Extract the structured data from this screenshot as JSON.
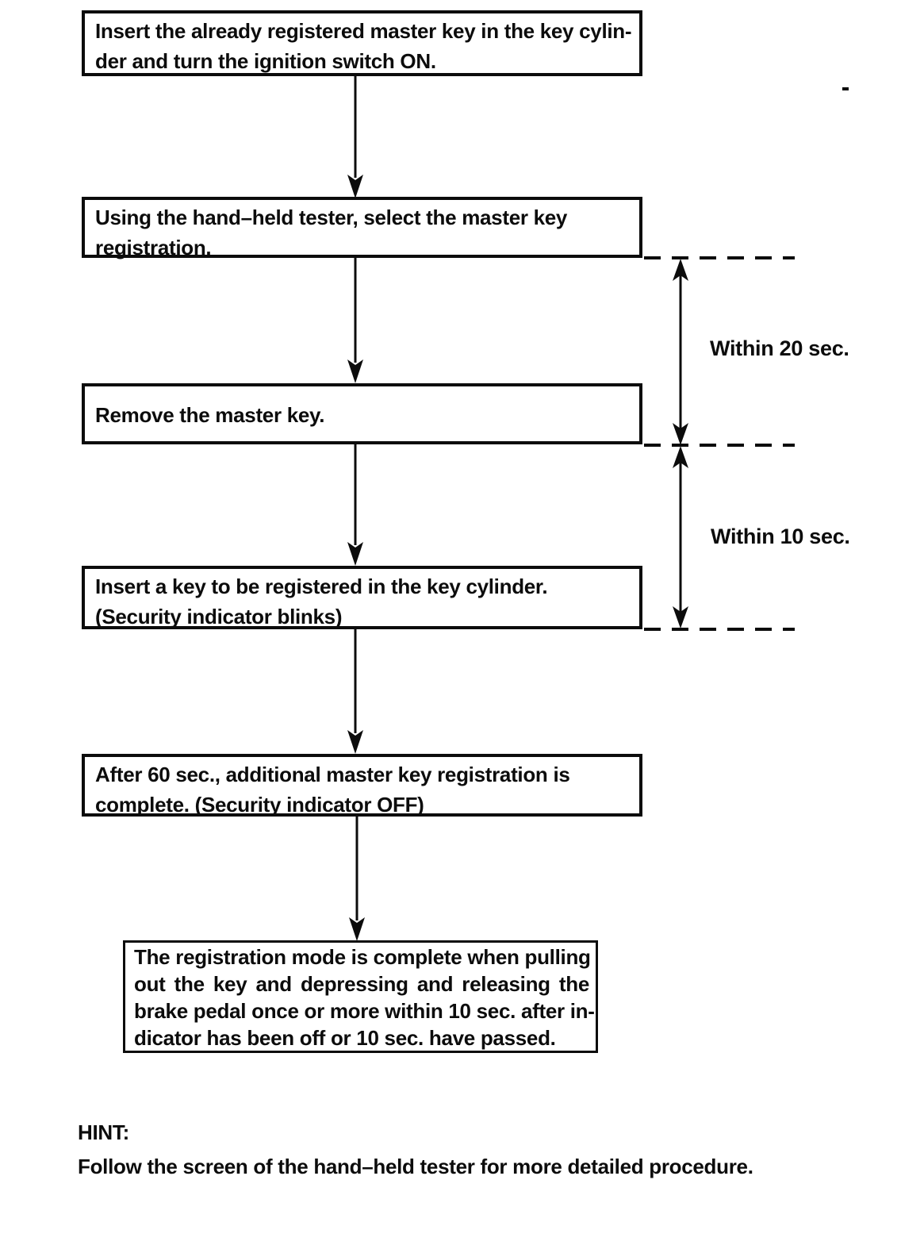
{
  "document": {
    "kind": "service-manual flowchart",
    "title": "Master key registration procedure",
    "ink_color": "#0c0c0c",
    "background_color": "#ffffff"
  },
  "flow": {
    "steps": [
      {
        "lines": [
          "Insert the already registered master key in the key cylin-",
          "der and turn the ignition switch ON."
        ]
      },
      {
        "lines": [
          "Using the hand–held tester, select the master key",
          "registration."
        ]
      },
      {
        "lines": [
          "Remove the master key."
        ]
      },
      {
        "lines": [
          "Insert a key to be registered in the key cylinder.",
          "(Security indicator blinks)"
        ]
      },
      {
        "lines": [
          "After 60 sec., additional master key registration is",
          "complete. (Security indicator OFF)"
        ]
      },
      {
        "lines": [
          "The registration mode is complete when pulling",
          "out the key and depressing and releasing the",
          "brake pedal once or more within 10 sec. after in-",
          "dicator has been off or 10 sec. have passed."
        ]
      }
    ],
    "timing_labels": [
      {
        "text": "Within 20 sec."
      },
      {
        "text": "Within 10 sec."
      }
    ]
  },
  "hint": {
    "heading": "HINT:",
    "body": "Follow the screen of the hand–held tester for more detailed procedure."
  }
}
